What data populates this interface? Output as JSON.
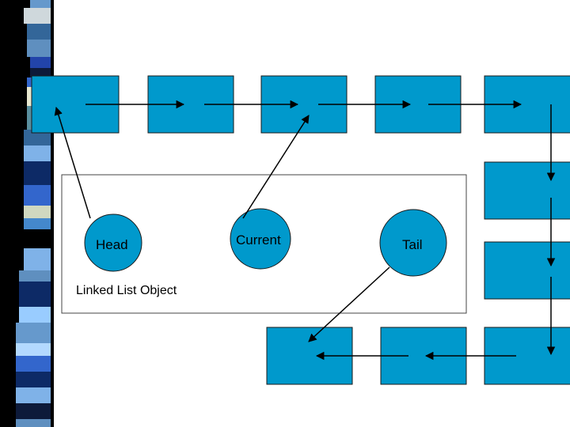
{
  "diagram": {
    "labels": {
      "head": "Head",
      "current": "Current",
      "tail": "Tail",
      "object": "Linked List Object"
    },
    "nodes": {
      "top_row": 5,
      "right_column": 2,
      "bottom_row": 3
    },
    "colors": {
      "node_fill": "#0099cc",
      "node_stroke": "#1a1a1a",
      "pointer_fill": "#0099cc",
      "arrow": "#000000",
      "object_border": "#444444"
    }
  }
}
